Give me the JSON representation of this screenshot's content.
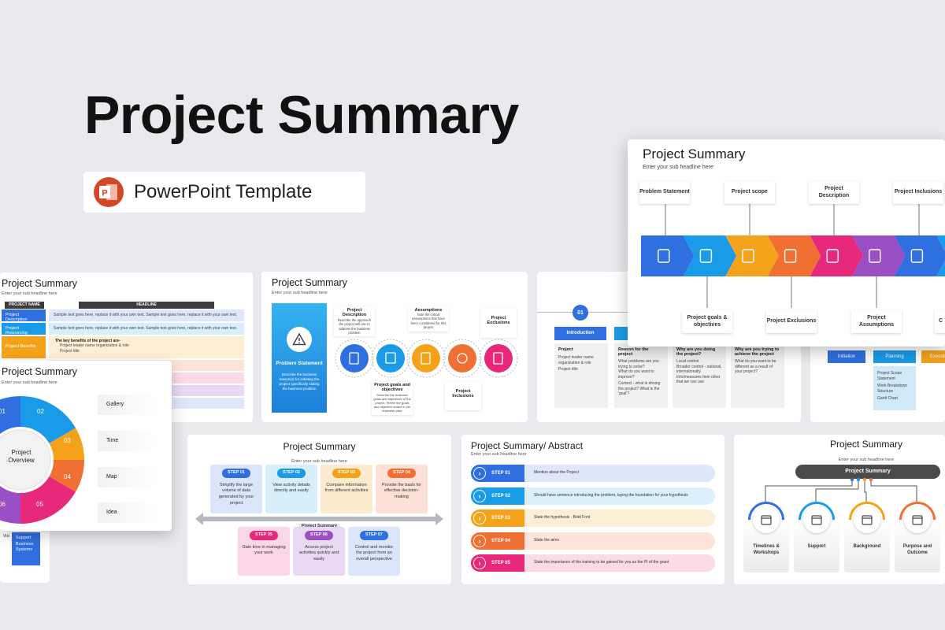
{
  "hero": {
    "title": "Project Summary",
    "subtitle": "PowerPoint Template"
  },
  "slide_a": {
    "title": "Project Summary",
    "sub": "Enter your sub headline here",
    "col1": "PROJECT NAME",
    "col2": "HEADLINE",
    "rows": [
      "Project Description",
      "Project Resourcing",
      "Project Benefits"
    ],
    "row_text": "Sample text goes here, replace it with your own text. Sample text goes here, replace it with your own text.",
    "benefits_head": "The key benefits of the project are-",
    "benefits_items": [
      "Project leader name organization & role",
      "Project title"
    ]
  },
  "slide_b": {
    "title": "Project Summary",
    "sub": "Enter your sub headline here",
    "center": "Project Overview",
    "segments": [
      "01",
      "02",
      "03",
      "04",
      "05",
      "06"
    ],
    "items": [
      "Gallery",
      "Time",
      "Map",
      "Idea"
    ],
    "extra": "Support Business Systems",
    "partial": "Visi"
  },
  "slide_c": {
    "title": "Project Summary",
    "sub": "Enter your sub headline here",
    "problem": "Problem Statement",
    "problem_text": "Describe the business reason(s) for initiating the project specifically stating the business problem",
    "labels": {
      "desc": "Project Description",
      "desc_text": "Describe the approach the project will use to address the business problem",
      "assumptions": "Assumptions",
      "assumptions_text": "Note the critical assumptions that have been considered for this project",
      "exclusions": "Project Exclusions",
      "goals": "Project goals and objectives",
      "goals_text": "Describe the business goals and objectives of the project. Refine the goals and objective stated in the business case",
      "inclusions": "Project Inclusions"
    }
  },
  "slide_d": {
    "num": "01",
    "tab": "Introduction",
    "p_title": "Project",
    "p_items": [
      "Project leader name organization & role",
      "Project title"
    ],
    "reason_title": "Reason for the project",
    "reason_items": [
      "What problems are you trying to solve?",
      "What do you want to improve?"
    ],
    "reason_foot": "Context - what is driving the project? What is the 'goal'?",
    "why_title": "Why are you doing the project?",
    "why_items": [
      "Local control",
      "Broader control - national, internationally",
      "Info/measures Item other that we can use"
    ],
    "achieve_title": "Why are you trying to achieve the project",
    "achieve_items": [
      "What do you want to be different as a result of your project?"
    ]
  },
  "slide_e": {
    "tabs": [
      "Initiation",
      "Planning",
      "Executi"
    ],
    "items": [
      "Project Scope Statement",
      "Work Breakdown Structure",
      "Gantt Chart"
    ]
  },
  "slide_f": {
    "title": "Project Summary",
    "sub": "Enter your sub headline here",
    "top_labels": [
      {
        "name": "Problem Statement"
      },
      {
        "name": "Project scope"
      },
      {
        "name": "Project Description"
      },
      {
        "name": "Project Inclusions"
      }
    ],
    "bottom_labels": [
      {
        "name": "Project goals & objectives"
      },
      {
        "name": "Project Exclusions"
      },
      {
        "name": "Project Assumptions"
      },
      {
        "name": "C"
      }
    ],
    "arrow_colors": [
      "#2f6fe0",
      "#1a9be8",
      "#f5a21b",
      "#f07033",
      "#e8287a",
      "#9b4fc4",
      "#2f6fe0",
      "#1a9be8"
    ]
  },
  "slide_g": {
    "title": "Project Summary",
    "sub": "Enter your sub headline here",
    "steps_top": [
      {
        "label": "STEP 01",
        "text": "Simplify the large volume of data generated by your project",
        "bg": "#dbe6fb",
        "pill": "#2f6fe0"
      },
      {
        "label": "STEP 02",
        "text": "View activity details directly and easily",
        "bg": "#d7effb",
        "pill": "#1a9be8"
      },
      {
        "label": "STEP 03",
        "text": "Compare information from different activities",
        "bg": "#fdebd0",
        "pill": "#f5a21b"
      },
      {
        "label": "STEP 04",
        "text": "Provide the basis for effective decision-making",
        "bg": "#fde1d6",
        "pill": "#f07033"
      }
    ],
    "center": "Project Summary",
    "steps_bottom": [
      {
        "label": "STEP 05",
        "text": "Gain time in managing your work",
        "bg": "#fbd6e6",
        "pill": "#e8287a"
      },
      {
        "label": "STEP 06",
        "text": "Access project activities quickly and easily",
        "bg": "#ead9f4",
        "pill": "#9b4fc4"
      },
      {
        "label": "STEP 07",
        "text": "Control and monitor the project from an overall perspective",
        "bg": "#dbe6fb",
        "pill": "#2f6fe0"
      }
    ]
  },
  "slide_h": {
    "title": "Project Summary/ Abstract",
    "sub": "Enter your sub headline here",
    "rows": [
      {
        "label": "STEP 01",
        "text": "Mention about the Project",
        "color": "#2f6fe0",
        "bg": "#dfe7fb"
      },
      {
        "label": "STEP 02",
        "text": "Should have sentence introducing the problem, laying the foundation for your hypothesis",
        "color": "#1a9be8",
        "bg": "#dbf0fb"
      },
      {
        "label": "STEP 03",
        "text": "State the hypothesis - Bold Font",
        "color": "#f5a21b",
        "bg": "#fdeed6"
      },
      {
        "label": "STEP 04",
        "text": "State the aims",
        "color": "#f07033",
        "bg": "#fde3d8"
      },
      {
        "label": "STEP 05",
        "text": "State the importance of the training to be gained for you as the PI of the grant",
        "color": "#e8287a",
        "bg": "#fbdbe8"
      }
    ]
  },
  "slide_i": {
    "title": "Project Summary",
    "sub": "Enter your sub headline here",
    "bar": "Project Summary",
    "items": [
      {
        "label": "Timelines & Workshops",
        "color": "#2f6fe0",
        "icon": "calendar-icon"
      },
      {
        "label": "Support",
        "color": "#1a9be8",
        "icon": "gear-icon"
      },
      {
        "label": "Background",
        "color": "#f5a21b",
        "icon": "search-icon"
      },
      {
        "label": "Purpose and Outcome",
        "color": "#f07033",
        "icon": "puzzle-icon"
      }
    ]
  }
}
